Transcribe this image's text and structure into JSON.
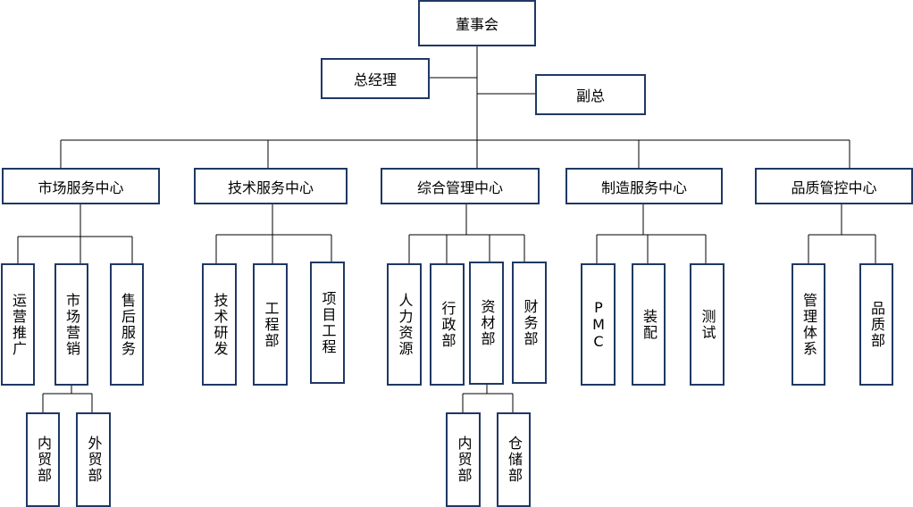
{
  "nodes": {
    "board": "董事会",
    "gm": "总经理",
    "vgm": "副总",
    "c1": "市场服务中心",
    "c2": "技术服务中心",
    "c3": "综合管理中心",
    "c4": "制造服务中心",
    "c5": "品质管控中心",
    "ops": "运营推广",
    "mkt": "市场营销",
    "aftersales": "售后服务",
    "domestic_trade": "内贸部",
    "foreign_trade": "外贸部",
    "rnd": "技术研发",
    "eng": "工程部",
    "proj": "项目工程",
    "hr": "人力资源",
    "admin": "行政部",
    "material": "资材部",
    "finance": "财务部",
    "domestic_trade_2": "内贸部",
    "warehouse": "仓储部",
    "pmc": "PMC",
    "assembly": "装配",
    "test": "测试",
    "mgmt_sys": "管理体系",
    "quality": "品质部"
  },
  "colors": {
    "border": "#1f3864",
    "line": "#000000"
  }
}
